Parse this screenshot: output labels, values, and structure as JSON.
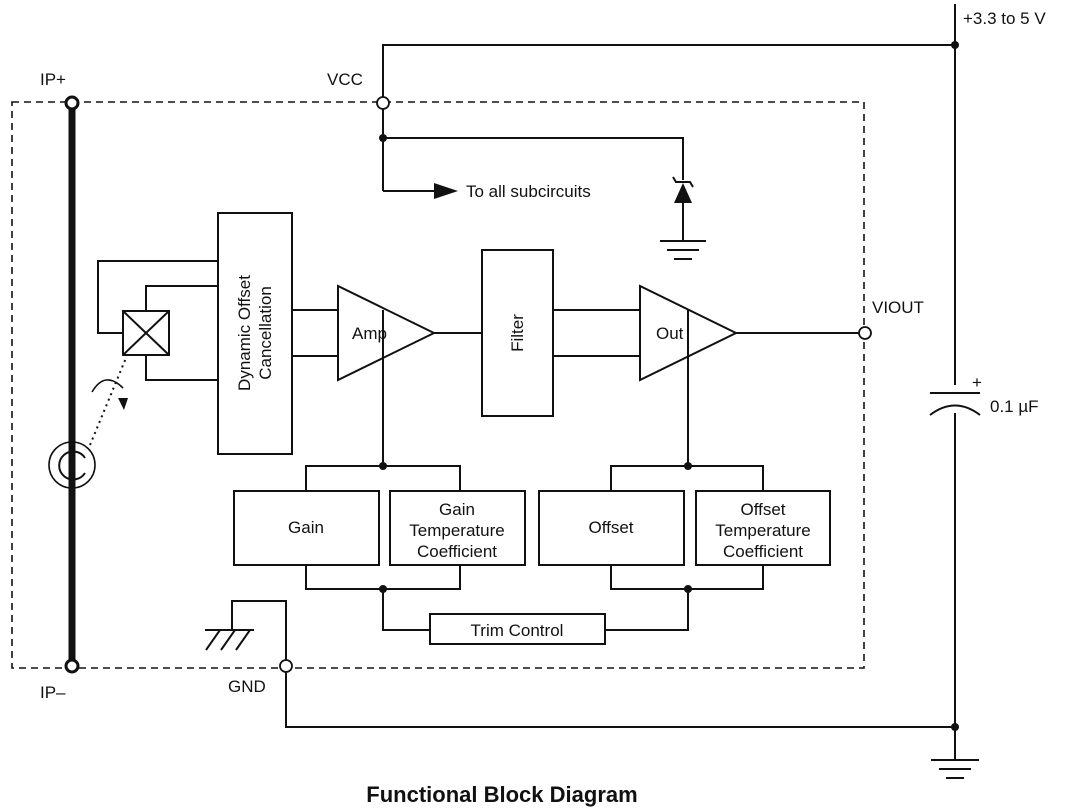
{
  "title": "Functional Block Diagram",
  "pins": {
    "ip_plus": "IP+",
    "ip_minus": "IP–",
    "vcc": "VCC",
    "gnd": "GND",
    "viout": "VIOUT"
  },
  "supply": "+3.3 to 5 V",
  "capacitor": {
    "polarity": "+",
    "value": "0.1 µF"
  },
  "subcircuits_label": "To all subcircuits",
  "blocks": {
    "doc_line1": "Dynamic Offset",
    "doc_line2": "Cancellation",
    "amp": "Amp",
    "filter": "Filter",
    "out": "Out",
    "gain": "Gain",
    "gain_tc_line1": "Gain",
    "gain_tc_line2": "Temperature",
    "gain_tc_line3": "Coefficient",
    "offset": "Offset",
    "offset_tc_line1": "Offset",
    "offset_tc_line2": "Temperature",
    "offset_tc_line3": "Coefficient",
    "trim": "Trim Control"
  }
}
